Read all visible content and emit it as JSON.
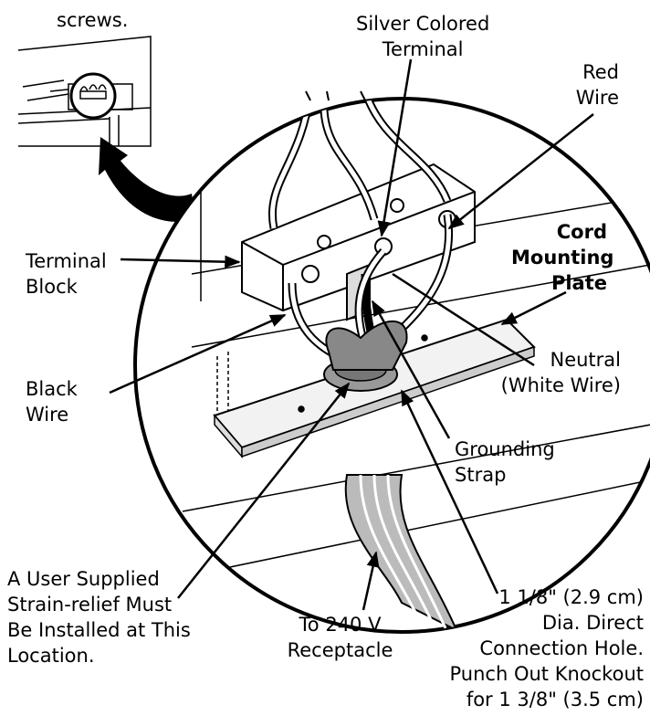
{
  "header_fragment": "screws.",
  "labels": {
    "silver_terminal": [
      "Silver Colored",
      "Terminal"
    ],
    "red_wire": [
      "Red",
      "Wire"
    ],
    "terminal_block": [
      "Terminal",
      "Block"
    ],
    "cord_mounting_plate": [
      "Cord",
      "Mounting",
      "Plate"
    ],
    "neutral": [
      "Neutral",
      "(White Wire)"
    ],
    "black_wire": [
      "Black",
      "Wire"
    ],
    "grounding_strap": [
      "Grounding",
      "Strap"
    ],
    "strain_relief": [
      "A User Supplied",
      "Strain-relief Must",
      "Be Installed at This",
      "Location."
    ],
    "receptacle": [
      "To 240 V",
      "Receptacle"
    ],
    "connection_hole": [
      "1 1/8\" (2.9 cm)",
      "Dia. Direct",
      "Connection Hole.",
      "Punch Out Knockout",
      "for 1 3/8\" (3.5 cm)"
    ]
  }
}
